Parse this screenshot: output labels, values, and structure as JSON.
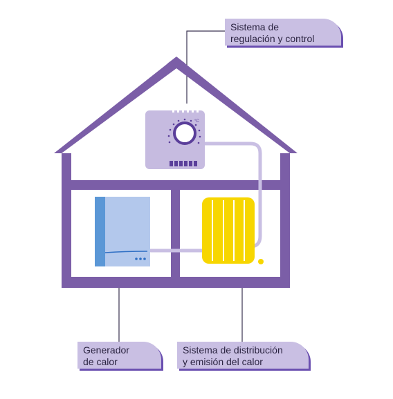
{
  "labels": {
    "control": {
      "line1": "Sistema de",
      "line2": "regulación y control"
    },
    "generator": {
      "line1": "Generador",
      "line2": "de calor"
    },
    "distribution": {
      "line1": "Sistema de distribución",
      "line2": "y emisión del calor"
    }
  },
  "thermostat": {
    "unit": "°C"
  },
  "colors": {
    "house_frame": "#7b5ea7",
    "label_background": "#c9bfe3",
    "thermostat": "#c6bbe0",
    "boiler_body": "#b3c8ec",
    "boiler_side": "#5b97d6",
    "radiator": "#f7d600",
    "pipe": "#c9bfe3"
  }
}
